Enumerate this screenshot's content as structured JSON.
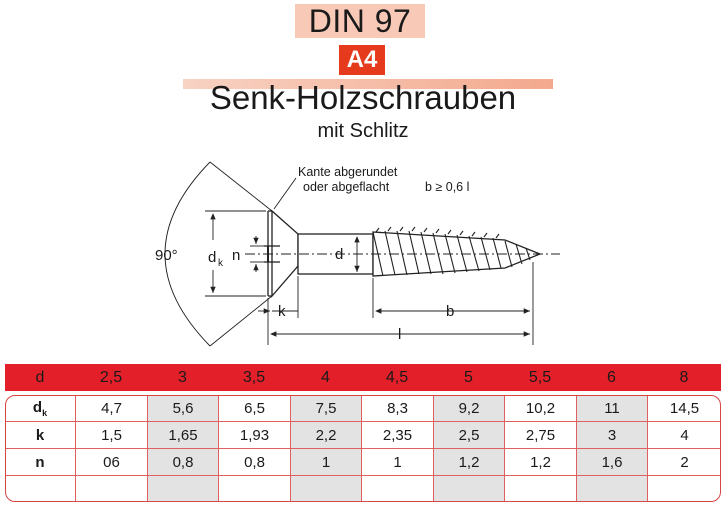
{
  "header": {
    "standard": "DIN 97",
    "material": "A4",
    "title": "Senk-Holzschrauben",
    "subtitle": "mit Schlitz"
  },
  "drawing": {
    "note_line1": "Kante abgerundet",
    "note_line2": "oder abgeflacht",
    "b_formula": "b ≥ 0,6 l",
    "angle": "90°",
    "dk": "d",
    "dk_sub": "k",
    "n": "n",
    "d": "d",
    "k": "k",
    "b": "b",
    "l": "l"
  },
  "table": {
    "header": [
      "d",
      "2,5",
      "3",
      "3,5",
      "4",
      "4,5",
      "5",
      "5,5",
      "6",
      "8"
    ],
    "rows": [
      {
        "label": "d",
        "label_sub": "k",
        "values": [
          "4,7",
          "5,6",
          "6,5",
          "7,5",
          "8,3",
          "9,2",
          "10,2",
          "11",
          "14,5"
        ]
      },
      {
        "label": "k",
        "label_sub": "",
        "values": [
          "1,5",
          "1,65",
          "1,93",
          "2,2",
          "2,35",
          "2,5",
          "2,75",
          "3",
          "4"
        ]
      },
      {
        "label": "n",
        "label_sub": "",
        "values": [
          "06",
          "0,8",
          "0,8",
          "1",
          "1",
          "1,2",
          "1,2",
          "1,6",
          "2"
        ]
      },
      {
        "label": "",
        "label_sub": "",
        "values": [
          "",
          "",
          "",
          "",
          "",
          "",
          "",
          "",
          ""
        ]
      }
    ]
  }
}
